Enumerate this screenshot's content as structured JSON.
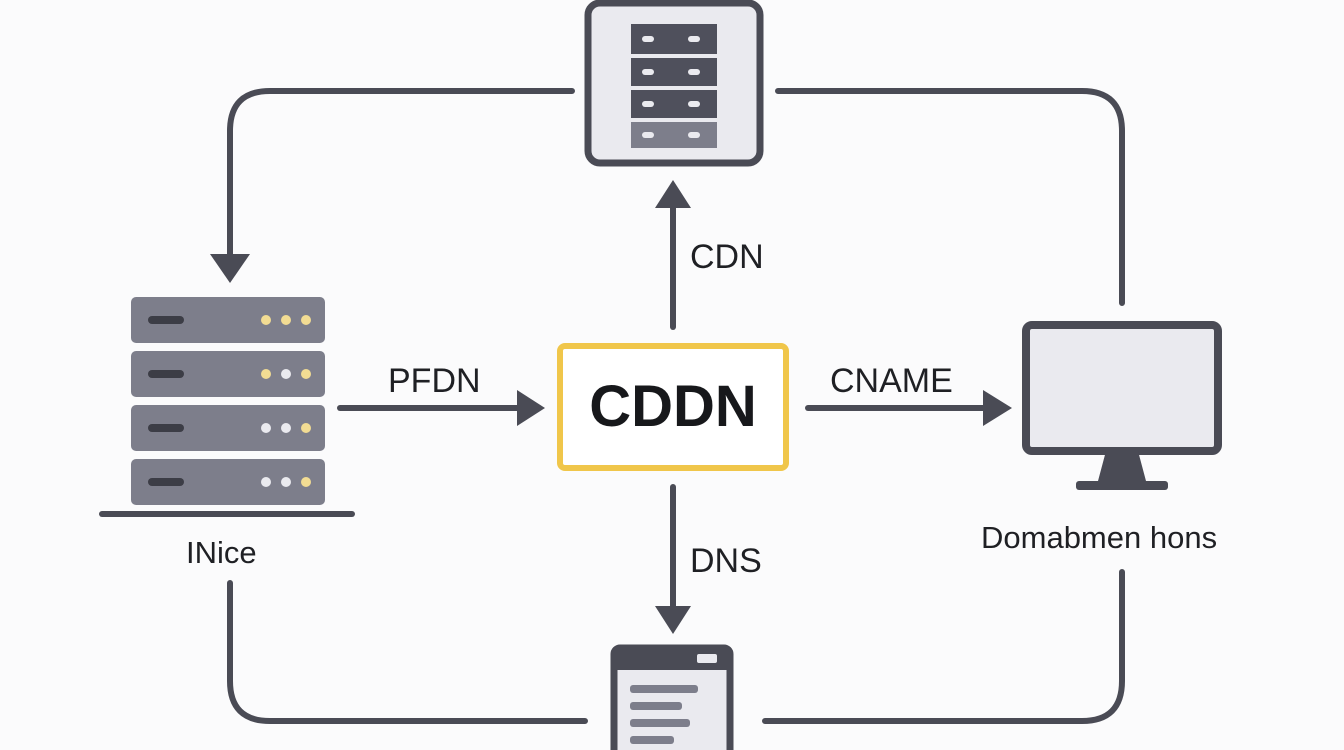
{
  "colors": {
    "line": "#4a4b55",
    "device_dark": "#4f505c",
    "device_mid": "#7d7e8b",
    "device_light": "#eaeaef",
    "led_yellow": "#f2dc93",
    "center_border": "#f0c64a"
  },
  "nodes": {
    "center": {
      "label": "CDDN"
    },
    "server_left": {
      "label": "INice",
      "icon": "server-rack-icon"
    },
    "monitor_right": {
      "label": "Domabmen hons",
      "icon": "monitor-icon"
    },
    "server_top": {
      "icon": "server-panel-icon"
    },
    "document_bottom": {
      "icon": "document-icon"
    }
  },
  "edges": {
    "up": {
      "label": "CDN"
    },
    "left_in": {
      "label": "PFDN"
    },
    "right_out": {
      "label": "CNAME"
    },
    "down": {
      "label": "DNS"
    }
  }
}
